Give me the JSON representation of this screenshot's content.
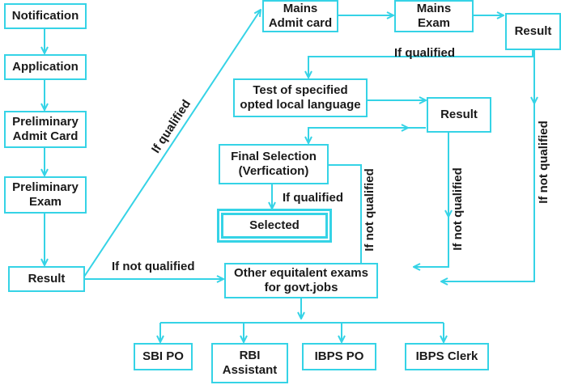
{
  "colors": {
    "line": "#35d3e6",
    "text": "#1a1a1a"
  },
  "boxes": {
    "notification": "Notification",
    "application": "Application",
    "prelim_admit": "Preliminary\nAdmit Card",
    "prelim_exam": "Preliminary\nExam",
    "result_left": "Result",
    "mains_admit": "Mains\nAdmit card",
    "mains_exam": "Mains\nExam",
    "result_right": "Result",
    "language_test": "Test of specified\nopted local language",
    "result_middle": "Result",
    "final_selection": "Final Selection\n(Verfication)",
    "selected": "Selected",
    "other_exams": "Other equitalent exams\nfor govt.jobs",
    "sbi_po": "SBI PO",
    "rbi_assistant": "RBI\nAssistant",
    "ibps_po": "IBPS PO",
    "ibps_clerk": "IBPS Clerk"
  },
  "labels": {
    "if_qualified_diagonal": "If qualified",
    "if_qualified_top": "If qualified",
    "if_qualified_final": "If qualified",
    "if_not_qualified_left": "If not qualified",
    "if_not_qualified_final": "If not qualified",
    "if_not_qualified_middle": "If not qualified",
    "if_not_qualified_right": "If not qualified"
  }
}
